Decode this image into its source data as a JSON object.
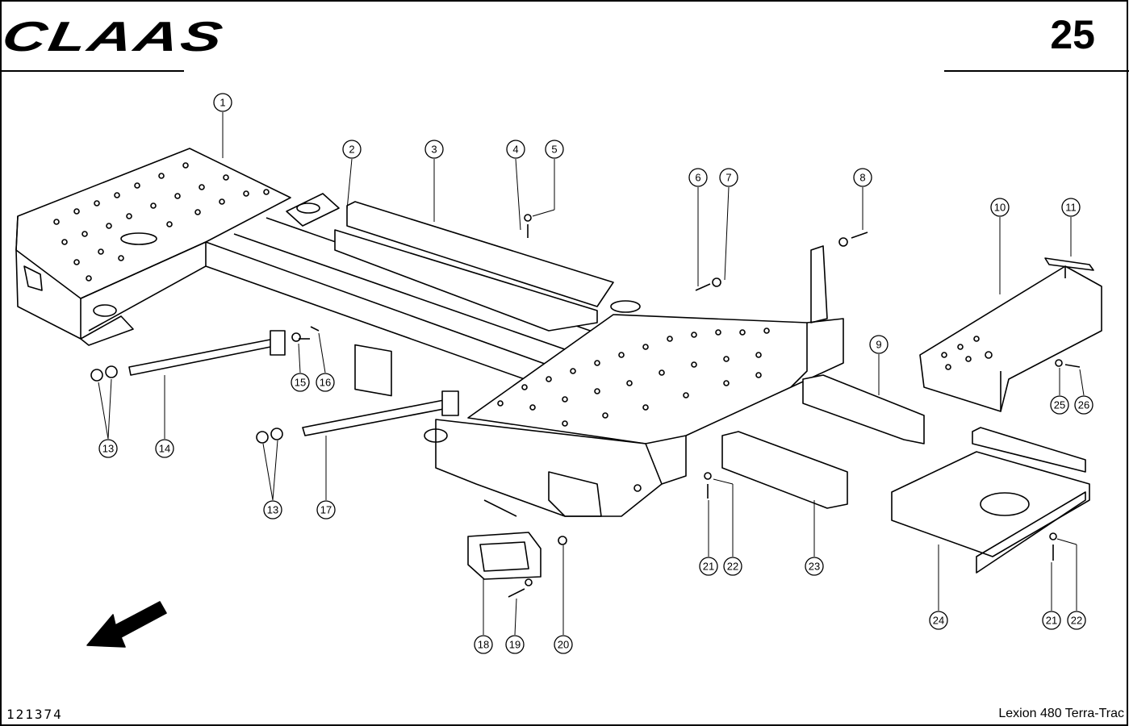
{
  "header": {
    "brand": "CLAAS",
    "page_number": "25"
  },
  "footer": {
    "drawing_ref": "121374",
    "model": "Lexion 480 Terra-Trac"
  },
  "callouts": [
    "1",
    "2",
    "3",
    "4",
    "5",
    "6",
    "7",
    "8",
    "9",
    "10",
    "11",
    "13",
    "14",
    "15",
    "16",
    "13",
    "17",
    "18",
    "19",
    "20",
    "21",
    "22",
    "23",
    "24",
    "21",
    "22",
    "25",
    "26"
  ]
}
